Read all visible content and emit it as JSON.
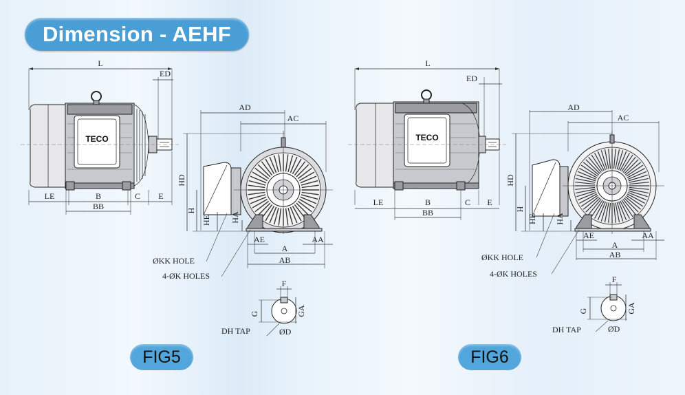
{
  "title": "Dimension - AEHF",
  "figures": [
    {
      "name": "FIG5",
      "brand": "TECO",
      "labels": {
        "L": "L",
        "ED": "ED",
        "LE": "LE",
        "B": "B",
        "C": "C",
        "E": "E",
        "BB": "BB",
        "AD": "AD",
        "AC": "AC",
        "HD": "HD",
        "H": "H",
        "HE": "HE",
        "HA": "HA",
        "AE": "AE",
        "AA": "AA",
        "A": "A",
        "AB": "AB",
        "kk_hole": "ØKK HOLE",
        "k_holes": "4-ØK HOLES",
        "F": "F",
        "G": "G",
        "GA": "GA",
        "DH_TAP": "DH TAP",
        "D": "ØD"
      }
    },
    {
      "name": "FIG6",
      "brand": "TECO",
      "labels": {
        "L": "L",
        "ED": "ED",
        "LE": "LE",
        "B": "B",
        "C": "C",
        "E": "E",
        "BB": "BB",
        "AD": "AD",
        "AC": "AC",
        "HD": "HD",
        "H": "H",
        "HE": "HE",
        "HA": "HA",
        "AE": "AE",
        "AA": "AA",
        "A": "A",
        "AB": "AB",
        "kk_hole": "ØKK HOLE",
        "k_holes": "4-ØK HOLES",
        "F": "F",
        "G": "G",
        "GA": "GA",
        "DH_TAP": "DH TAP",
        "D": "ØD"
      }
    }
  ]
}
